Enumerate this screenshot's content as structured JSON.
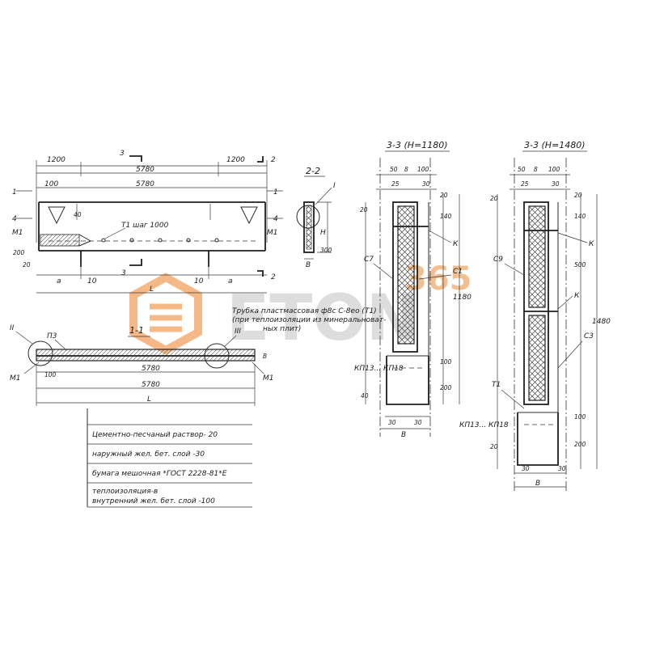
{
  "watermark": {
    "brand": "ETON",
    "number": "365",
    "accent": "#f08a3c"
  },
  "plan": {
    "dims": [
      "1200",
      "5780",
      "1200",
      "100",
      "5780",
      "200",
      "20",
      "10",
      "10"
    ],
    "labels": {
      "a_left": "a",
      "a_right": "a",
      "L": "L",
      "M1_left": "M1",
      "M1_right": "M1",
      "n1": "1",
      "n4": "4",
      "n1r": "1",
      "n4r": "4",
      "n40": "40"
    },
    "rebar_note": "Т1   шаг 1000",
    "cut3_top": "3",
    "cut2_top": "2",
    "cut3_bot": "3",
    "cut2_bot": "2"
  },
  "section22": {
    "title": "2-2",
    "mark_I": "I",
    "mark_H": "H",
    "dim300": "300",
    "mark_B": "B"
  },
  "note_tube": {
    "line1": "Трубка пластмассовая ф8с С-8ео (Т1)",
    "line2": "(при теплоизоляции из минеральноват-",
    "line3": "ных плит)"
  },
  "section11": {
    "title": "1-1",
    "mark_II": "II",
    "mark_III": "III",
    "mark_P3": "П3",
    "M1_left": "M1",
    "M1_right": "M1",
    "d100": "100",
    "d5780a": "5780",
    "d5780b": "5780",
    "L": "L",
    "B": "B"
  },
  "layers": [
    "Цементно-песчаный раствор- 20",
    "наружный жел. бет. слой -30",
    "бумага мешочная *ГОСТ 2228-81*Е",
    "теплоизоляция-в",
    "внутренний жел. бет. слой -100"
  ],
  "section33a": {
    "title": "3-3 (Н=1180)",
    "dims_top": [
      "50",
      "8",
      "100"
    ],
    "d25": "25",
    "d30": "30",
    "d20a": "20",
    "d20b": "20",
    "d140": "140",
    "d1180": "1180",
    "d100": "100",
    "d200": "200",
    "d40": "40",
    "d30b": "30",
    "d30c": "30",
    "B": "B",
    "C7": "С7",
    "C1": "С1",
    "K": "К",
    "kp": "КП13... КП18"
  },
  "section33b": {
    "title": "3-3 (Н=1480)",
    "dims_top": [
      "50",
      "8",
      "100"
    ],
    "d25": "25",
    "d30": "30",
    "d20a": "20",
    "d20b": "20",
    "d140": "140",
    "d500": "500",
    "d1480": "1480",
    "d100": "100",
    "d200": "200",
    "d20c": "20",
    "d30b": "30",
    "d30c": "30",
    "B": "B",
    "C9": "С9",
    "K1": "К",
    "K2": "К",
    "C3": "С3",
    "T1": "Т1",
    "kp": "КП13... КП18"
  }
}
